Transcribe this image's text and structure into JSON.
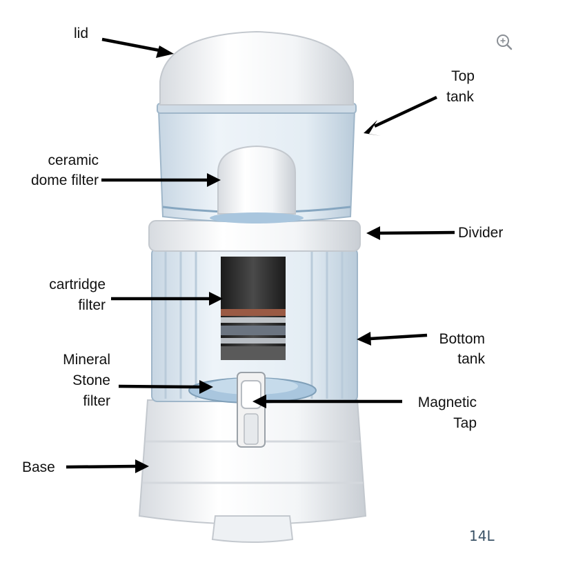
{
  "labels": {
    "lid": "lid",
    "top_tank": [
      "Top",
      "tank"
    ],
    "ceramic": [
      "ceramic",
      "dome filter"
    ],
    "divider": "Divider",
    "cartridge": [
      "cartridge",
      "filter"
    ],
    "bottom_tank": [
      "Bottom",
      "tank"
    ],
    "mineral": [
      "Mineral",
      "Stone",
      "filter"
    ],
    "magnetic": [
      "Magnetic",
      "Tap"
    ],
    "base": "Base"
  },
  "capacity": "14L",
  "icons": {
    "zoom": "zoom-in-icon"
  },
  "colors": {
    "body": "#f2f4f6",
    "tank": "#dfe9f2",
    "tank_edge": "#9fb6c9",
    "plate": "#a9c6de",
    "cap_text": "#3a5266"
  }
}
